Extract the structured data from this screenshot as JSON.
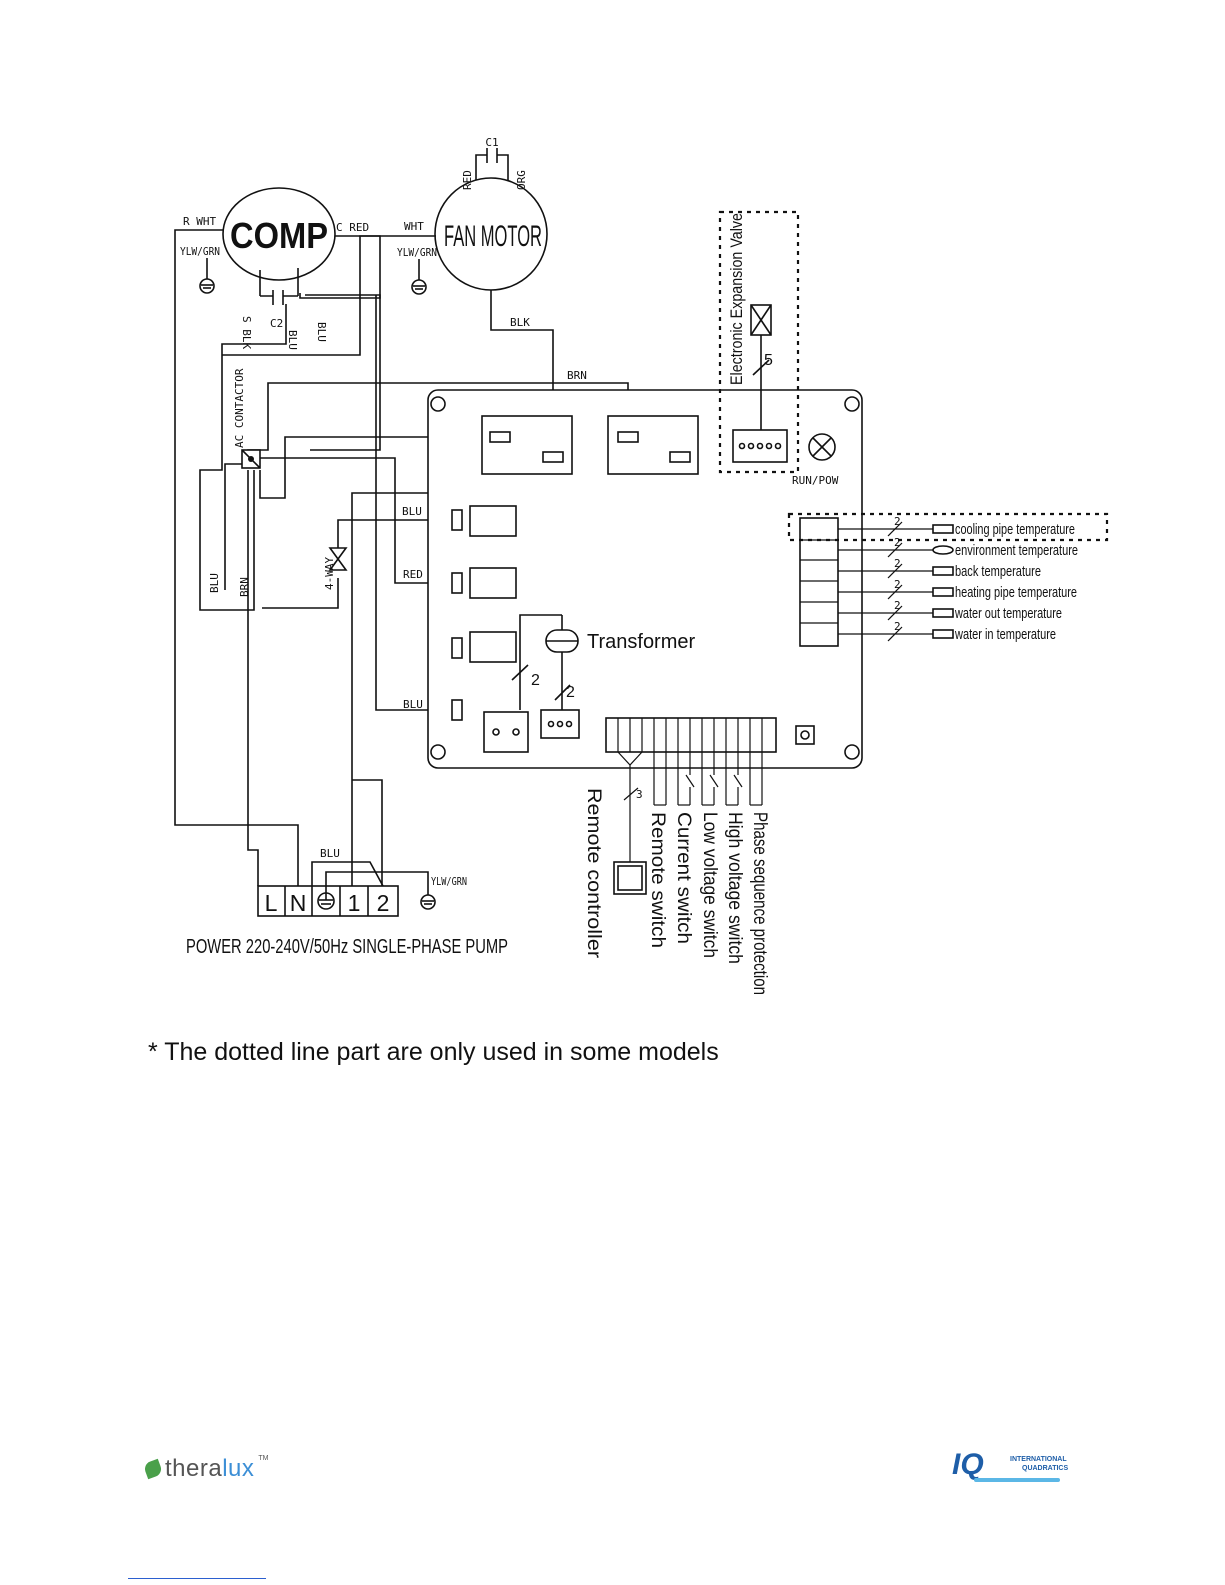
{
  "components": {
    "comp": "COMP",
    "fan_motor": "FAN MOTOR",
    "ac_contactor": "AC CONTACTOR",
    "four_way": "4-WAY",
    "transformer": "Transformer",
    "eev": "Electronic Expansion Valve",
    "run_pow": "RUN/POW",
    "c1": "C1",
    "c2": "C2"
  },
  "wires": {
    "r_wht": "R WHT",
    "c_red": "C RED",
    "s_blk": "S BLK",
    "ylw_grn": "YLW/GRN",
    "wht": "WHT",
    "red": "RED",
    "org": "ORG",
    "blk": "BLK",
    "brn": "BRN",
    "blu": "BLU"
  },
  "counts": {
    "two": "2",
    "three": "3",
    "five": "5"
  },
  "sensors": [
    "cooling pipe temperature",
    "environment temperature",
    "back temperature",
    "heating pipe temperature",
    "water out temperature",
    "water in temperature"
  ],
  "switches": [
    "Remote controller",
    "Remote switch",
    "Current switch",
    "Low voltage switch",
    "High voltage switch",
    "Phase sequence protection"
  ],
  "terminals": [
    "L",
    "N",
    "1",
    "2"
  ],
  "power_label": "POWER 220-240V/50Hz SINGLE-PHASE PUMP",
  "footnote": "* The dotted line part are only used in some models",
  "logos": {
    "left": {
      "text_a": "thera",
      "text_b": "lux",
      "tm": "TM"
    },
    "right": {
      "iq": "IQ",
      "line1": "INTERNATIONAL",
      "line2": "QUADRATICS"
    }
  }
}
